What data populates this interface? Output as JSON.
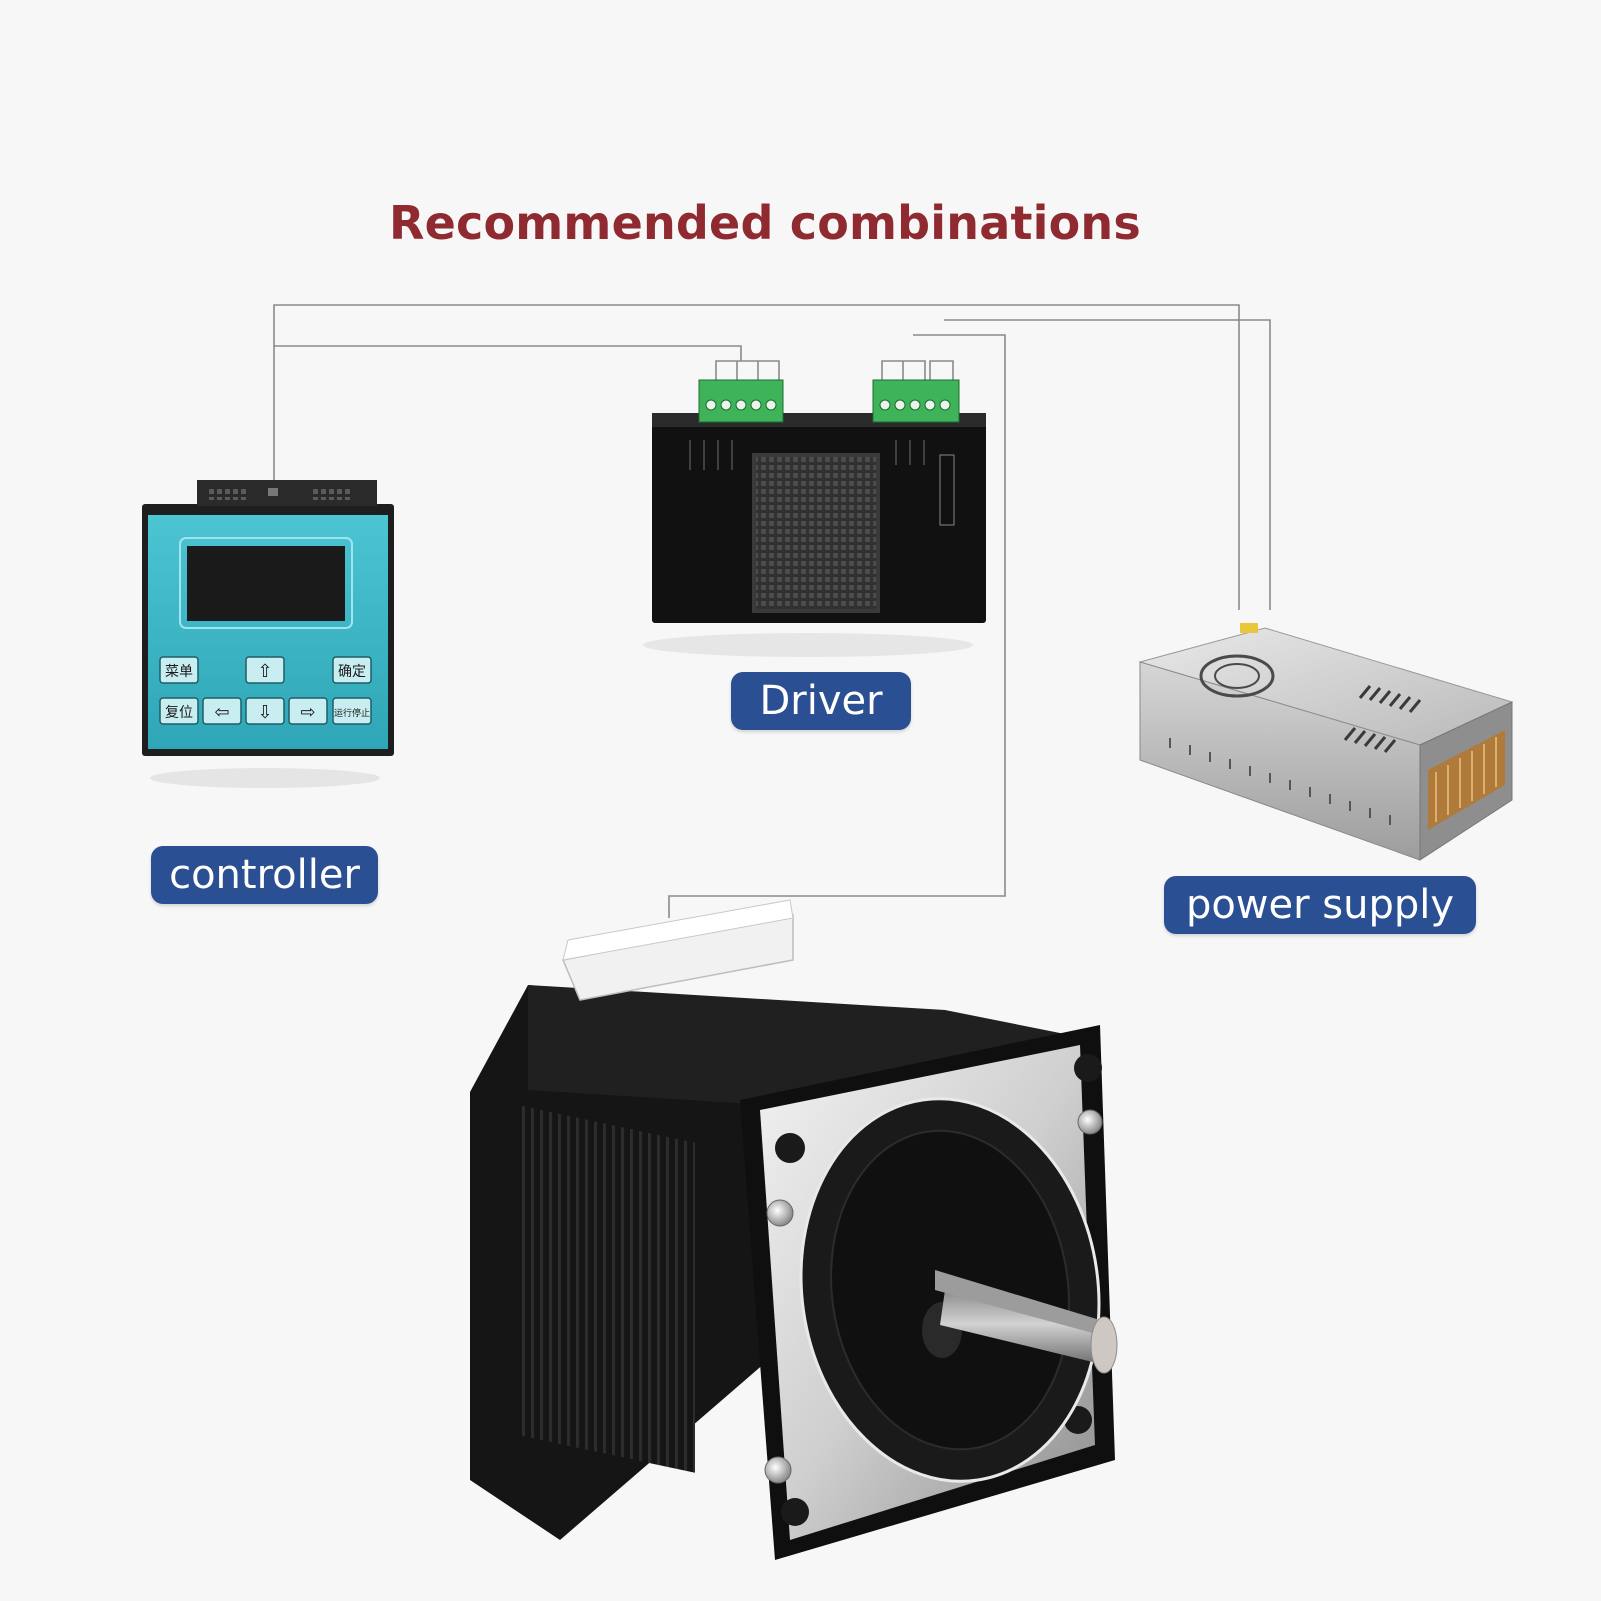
{
  "title": "Recommended combinations",
  "labels": {
    "controller": "controller",
    "driver": "Driver",
    "power_supply": "power supply"
  },
  "controller_keys": {
    "menu": "菜单",
    "confirm": "确定",
    "reset": "复位",
    "run_stop": "运行停止"
  },
  "colors": {
    "title": "#8e2a30",
    "label_bg": "#2b4f93",
    "label_text": "#ffffff",
    "wire": "#8a8a8a",
    "controller_face": "#3fb8c8",
    "terminal_green": "#3fb35a"
  }
}
